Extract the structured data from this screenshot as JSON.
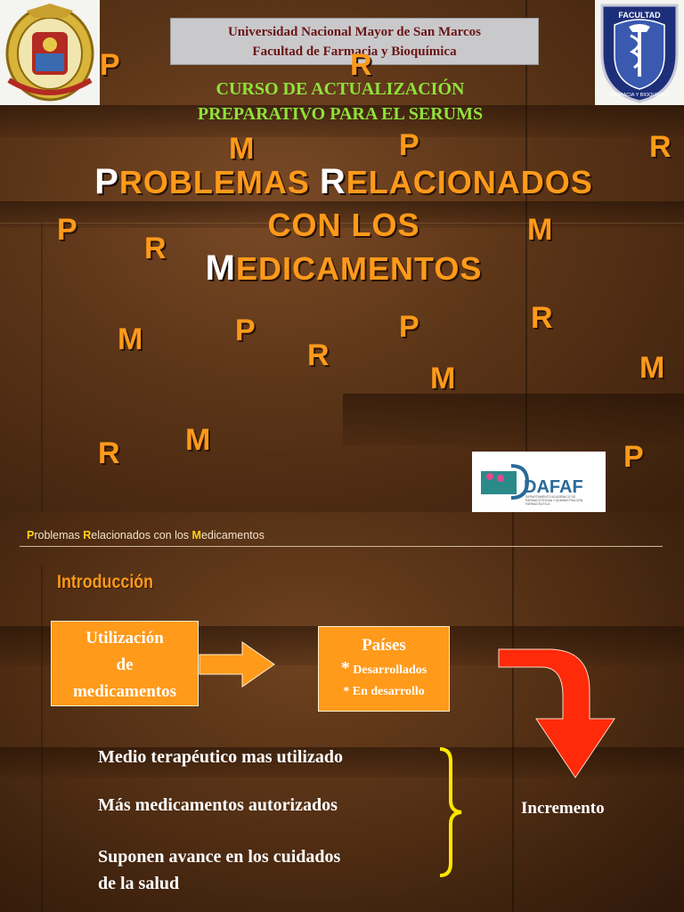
{
  "slide1": {
    "institution": {
      "line1": "Universidad Nacional Mayor de San Marcos",
      "line2": "Facultad de Farmacia y Bioquímica"
    },
    "course": {
      "line1": "CURSO DE ACTUALIZACIÓN",
      "line2": "PREPARATIVO PARA EL SERUMS"
    },
    "title": {
      "w1_cap": "P",
      "w1_rest": "ROBLEMAS",
      "w2_cap": "R",
      "w2_rest": "ELACIONADOS",
      "line2": "CON LOS",
      "w3_cap": "M",
      "w3_rest": "EDICAMENTOS"
    },
    "faculty_logo": {
      "top_text": "FACULTAD",
      "ring_text": "FARMACIA Y BIOQUIMICA"
    },
    "dafaf_logo": {
      "name": "DAFAF",
      "subtitle_line1": "DEPARTAMENTO ACADÉMICO DE",
      "subtitle_line2": "FARMACOTECNIA Y ADMINISTRACIÓN",
      "subtitle_line3": "FARMACÉUTICA"
    },
    "decor_letters": [
      "P",
      "R",
      "M",
      "P",
      "R",
      "P",
      "R",
      "M",
      "M",
      "P",
      "R",
      "P",
      "R",
      "M",
      "M",
      "R",
      "M",
      "P"
    ],
    "colors": {
      "accent": "#ff9a1a",
      "course_text": "#8fe23a",
      "institution_text": "#6a1414"
    }
  },
  "slide2": {
    "header": {
      "p_cap": "P",
      "p_rest": "roblemas ",
      "r_cap": "R",
      "r_rest": "elacionados con los ",
      "m_cap": "M",
      "m_rest": "edicamentos"
    },
    "section_title": "Introducción",
    "box_usage": {
      "line1": "Utilización",
      "line2": "de",
      "line3": "medicamentos"
    },
    "box_countries": {
      "title": "Países",
      "bullet1_mark": "*",
      "bullet1": "Desarrollados",
      "bullet2": "* En desarrollo"
    },
    "statements": [
      "Medio terapéutico mas utilizado",
      "Más medicamentos autorizados",
      "Suponen avance  en los cuidados",
      "de la salud"
    ],
    "result": "Incremento",
    "colors": {
      "box": "#ff9a1a",
      "curved_arrow": "#ff2a0a",
      "brace": "#ffe600"
    }
  }
}
